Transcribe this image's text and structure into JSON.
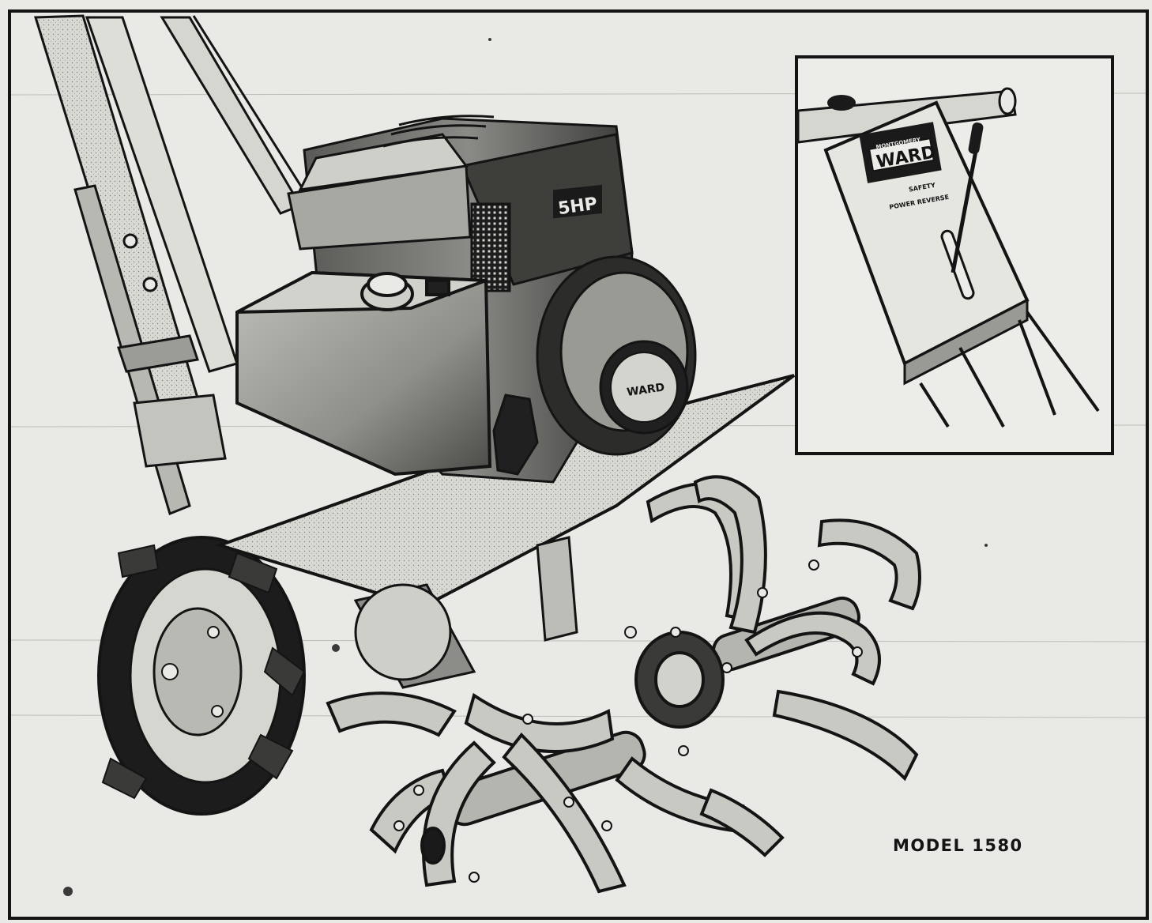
{
  "ad": {
    "model_label": "MODEL 1580",
    "engine_badge": "5HP",
    "hub_brand": "WARD",
    "inset": {
      "brand_small": "MONTGOMERY",
      "brand_logo": "WARD",
      "caption_line1": "SAFETY",
      "caption_line2": "POWER REVERSE"
    }
  },
  "colors": {
    "paper": "#e9e9e5",
    "ink": "#141414",
    "mid_gray": "#8a8a86",
    "light_gray": "#c9c9c4"
  }
}
